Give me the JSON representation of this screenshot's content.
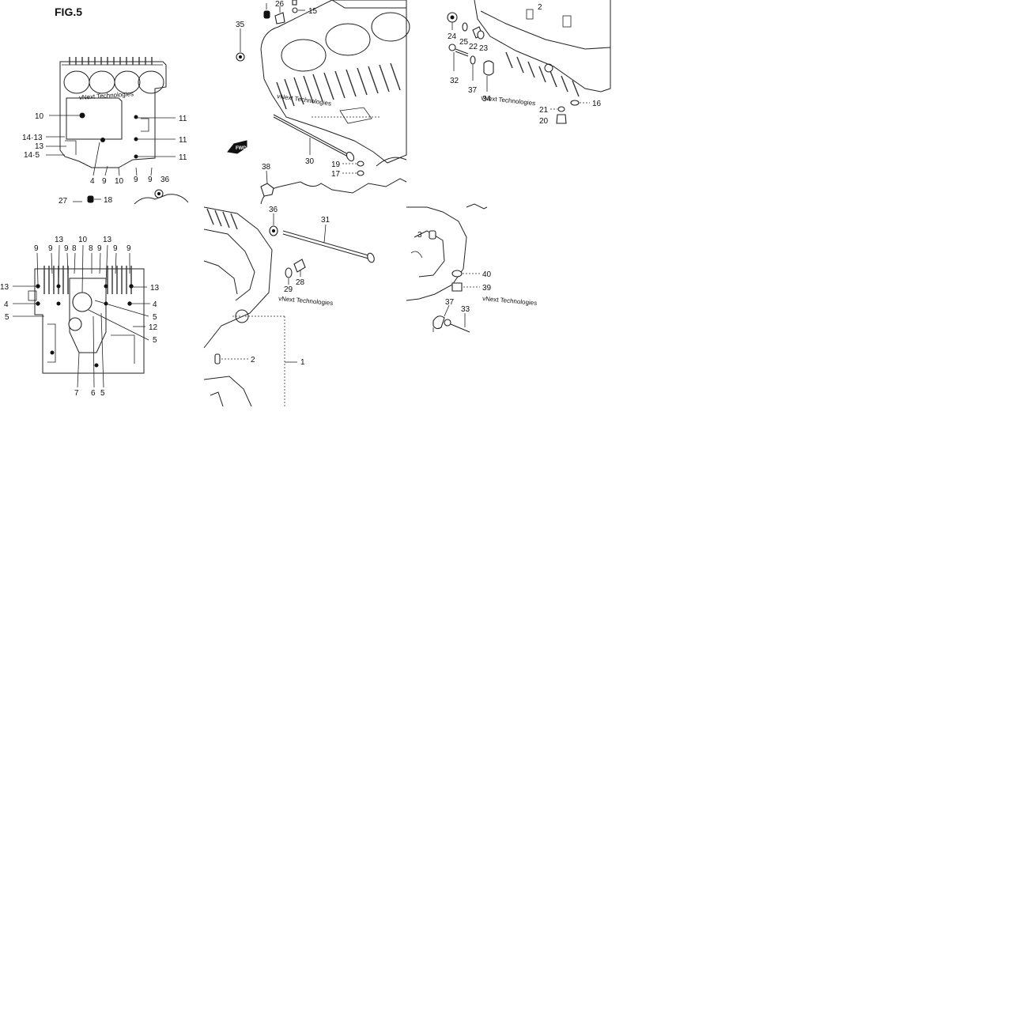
{
  "figure": {
    "title": "FIG.5",
    "fwd_label": "FWD"
  },
  "watermark": "vNext Technologies",
  "labels": {
    "tl": [
      "10",
      "11",
      "14·13",
      "11",
      "13",
      "14·5",
      "11",
      "4",
      "9",
      "10",
      "9",
      "9",
      "36",
      "27",
      "18"
    ],
    "bl": [
      "13",
      "10",
      "13",
      "9",
      "9",
      "9",
      "8",
      "8",
      "9",
      "9",
      "9",
      "13",
      "13",
      "4",
      "4",
      "5",
      "5",
      "12",
      "5",
      "7",
      "6",
      "5"
    ],
    "tc": [
      "26",
      "15",
      "35",
      "30",
      "38",
      "19",
      "17"
    ],
    "mc": [
      "36",
      "31",
      "28",
      "29",
      "2",
      "1"
    ],
    "tr": [
      "2",
      "24",
      "25",
      "22",
      "23",
      "32",
      "37",
      "34",
      "16",
      "21",
      "20"
    ],
    "mr": [
      "3",
      "40",
      "39",
      "37",
      "33"
    ]
  }
}
